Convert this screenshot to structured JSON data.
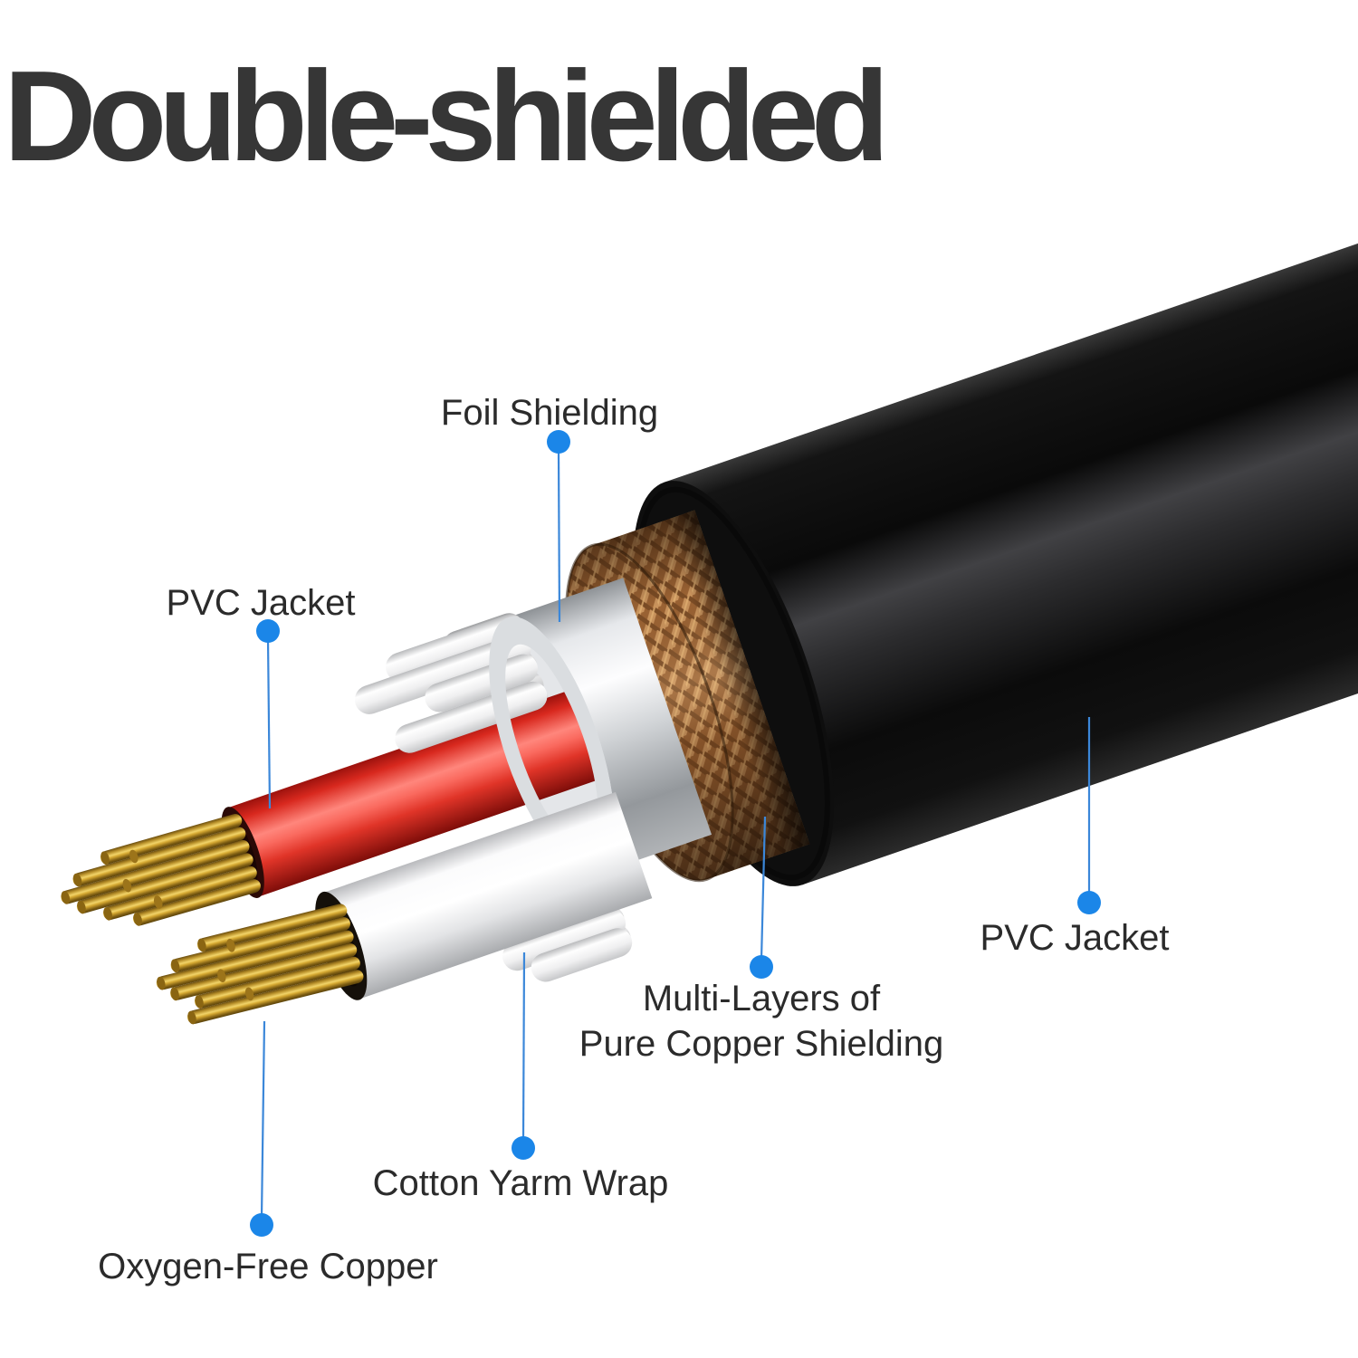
{
  "title": "Double-shielded",
  "annotations": {
    "foil": {
      "label": "Foil Shielding"
    },
    "pvc_left": {
      "label": "PVC Jacket"
    },
    "pvc_right": {
      "label": "PVC Jacket"
    },
    "copper_shield": {
      "label_line1": "Multi-Layers of",
      "label_line2": "Pure Copper Shielding"
    },
    "cotton": {
      "label": "Cotton Yarm Wrap"
    },
    "oxygen_copper": {
      "label": "Oxygen-Free Copper"
    }
  },
  "colors": {
    "accent_blue": "#1b86e8",
    "leader_line_blue": "#3b87d9",
    "title_text": "#363636",
    "label_text": "#2b2b2b",
    "jacket_black": "#0e0e0e",
    "copper_braid": "#9a6233",
    "foil_silver": "#e6e8eb",
    "cotton_white": "#f2f2f2",
    "conductor_red": "#e03428",
    "conductor_white": "#ffffff",
    "copper_strand_gold": "#d5a831"
  }
}
